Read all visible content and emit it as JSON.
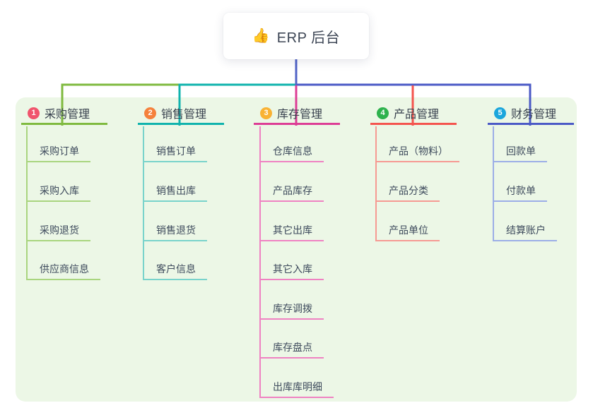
{
  "root": {
    "icon": "👍",
    "label": "ERP 后台",
    "line_color": "#5163c6"
  },
  "panel": {
    "bg": "#ecf7e6"
  },
  "branches": [
    {
      "index": "1",
      "label": "采购管理",
      "badge_color": "#f0546c",
      "line_color": "#7fba3f",
      "child_line_color": "#a9d57f",
      "children": [
        "采购订单",
        "采购入库",
        "采购退货",
        "供应商信息"
      ]
    },
    {
      "index": "2",
      "label": "销售管理",
      "badge_color": "#f5813c",
      "line_color": "#10b3ad",
      "child_line_color": "#79d3cb",
      "children": [
        "销售订单",
        "销售出库",
        "销售退货",
        "客户信息"
      ]
    },
    {
      "index": "3",
      "label": "库存管理",
      "badge_color": "#f9b233",
      "line_color": "#dd3d95",
      "child_line_color": "#ef82c2",
      "children": [
        "仓库信息",
        "产品库存",
        "其它出库",
        "其它入库",
        "库存调拨",
        "库存盘点",
        "出库库明细"
      ]
    },
    {
      "index": "4",
      "label": "产品管理",
      "badge_color": "#2eb24d",
      "line_color": "#f4544e",
      "child_line_color": "#f69a93",
      "children": [
        "产品（物料）",
        "产品分类",
        "产品单位"
      ]
    },
    {
      "index": "5",
      "label": "财务管理",
      "badge_color": "#1ba6dc",
      "line_color": "#4b5ac6",
      "child_line_color": "#9caee7",
      "children": [
        "回款单",
        "付款单",
        "结算账户"
      ]
    }
  ]
}
